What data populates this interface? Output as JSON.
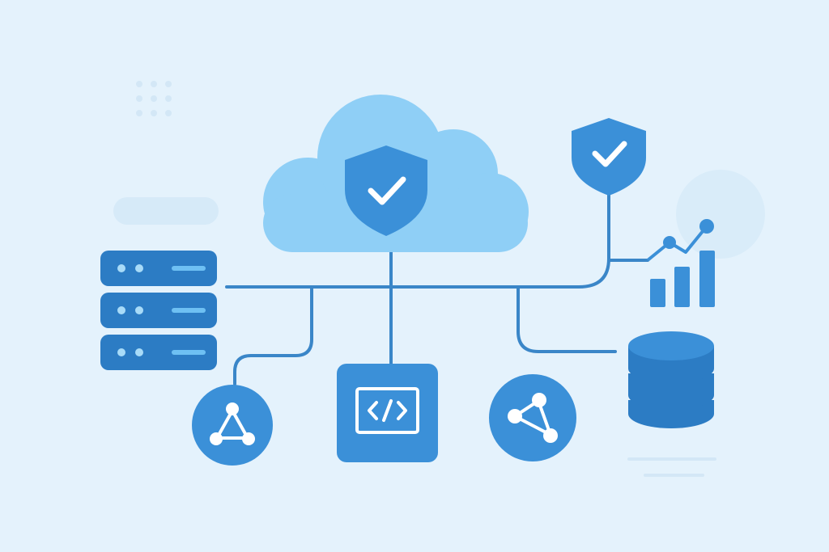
{
  "colors": {
    "background": "#e4f2fc",
    "cloud": "#8fcff6",
    "primary": "#3b90d8",
    "dark": "#2c7cc4",
    "line": "#3a86c8",
    "icon_fg": "#ffffff",
    "faint": "#d6eaf8"
  },
  "icons": [
    "cloud-icon",
    "shield-check-icon",
    "server-stack-icon",
    "network-triangle-icon",
    "code-icon",
    "share-nodes-icon",
    "database-icon",
    "bar-chart-icon"
  ],
  "chart_trend": [
    1,
    2,
    1.6,
    3
  ]
}
